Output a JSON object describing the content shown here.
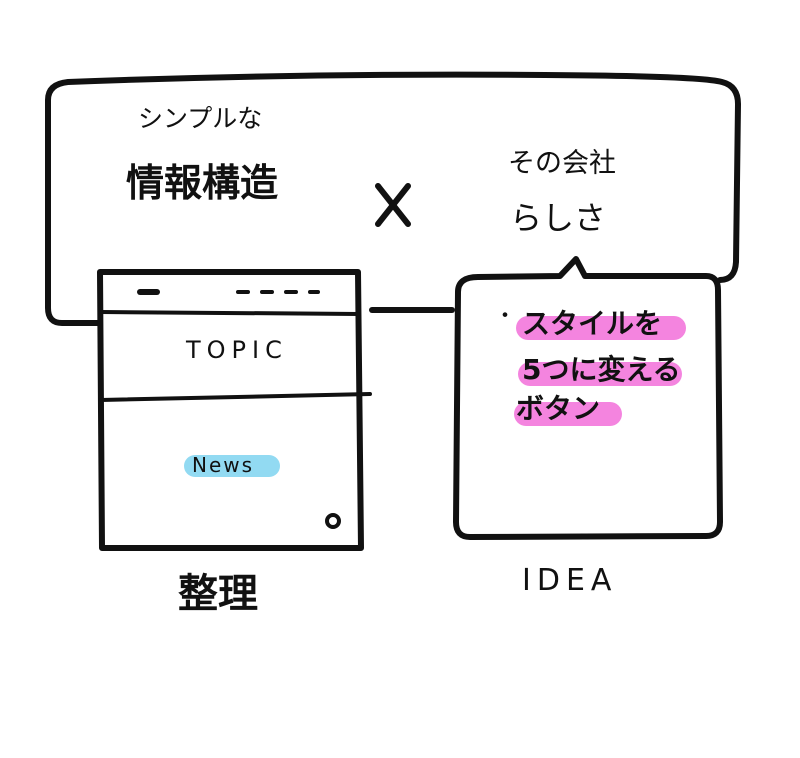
{
  "left_concept": {
    "subtitle": "シンプルな",
    "title": "情報構造"
  },
  "operator": "×",
  "right_concept": {
    "subtitle": "その会社",
    "title": "らしさ"
  },
  "wireframe": {
    "topic_label": "TOPIC",
    "news_tag": "News",
    "caption": "整理"
  },
  "idea_card": {
    "bullet": "・",
    "lines": [
      "スタイルを",
      "5つに変える",
      "ボタン"
    ],
    "caption": "IDEA"
  },
  "colors": {
    "ink": "#111111",
    "news_highlight": "#7fd3f0",
    "idea_highlight": "#f26fd9"
  }
}
